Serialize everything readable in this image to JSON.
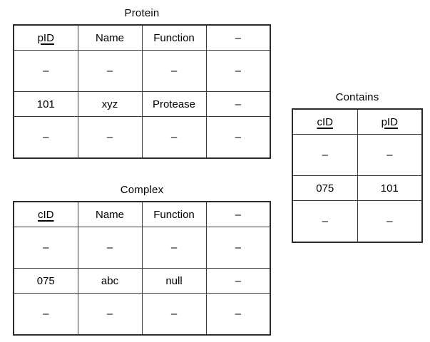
{
  "diagram": {
    "type": "relational-schema-tables",
    "background": "#ffffff",
    "border_color": "#2b2b2b",
    "text_color": "#000000",
    "placeholder_symbol": "–"
  },
  "tables": [
    {
      "id": "protein",
      "title": "Protein",
      "columns": [
        {
          "label": "pID",
          "primary_key": true
        },
        {
          "label": "Name",
          "primary_key": false
        },
        {
          "label": "Function",
          "primary_key": false
        },
        {
          "label": "–",
          "primary_key": false
        }
      ],
      "rows": [
        {
          "kind": "ellipsis",
          "cells": [
            "–",
            "–",
            "–",
            "–"
          ]
        },
        {
          "kind": "data",
          "cells": [
            "101",
            "xyz",
            "Protease",
            "–"
          ]
        },
        {
          "kind": "ellipsis",
          "cells": [
            "–",
            "–",
            "–",
            "–"
          ]
        }
      ]
    },
    {
      "id": "complex",
      "title": "Complex",
      "columns": [
        {
          "label": "cID",
          "primary_key": true
        },
        {
          "label": "Name",
          "primary_key": false
        },
        {
          "label": "Function",
          "primary_key": false
        },
        {
          "label": "–",
          "primary_key": false
        }
      ],
      "rows": [
        {
          "kind": "ellipsis",
          "cells": [
            "–",
            "–",
            "–",
            "–"
          ]
        },
        {
          "kind": "data",
          "cells": [
            "075",
            "abc",
            "null",
            "–"
          ]
        },
        {
          "kind": "ellipsis",
          "cells": [
            "–",
            "–",
            "–",
            "–"
          ]
        }
      ]
    },
    {
      "id": "contains",
      "title": "Contains",
      "columns": [
        {
          "label": "cID",
          "primary_key": true
        },
        {
          "label": "pID",
          "primary_key": true
        }
      ],
      "rows": [
        {
          "kind": "ellipsis",
          "cells": [
            "–",
            "–"
          ]
        },
        {
          "kind": "data",
          "cells": [
            "075",
            "101"
          ]
        },
        {
          "kind": "ellipsis",
          "cells": [
            "–",
            "–"
          ]
        }
      ]
    }
  ]
}
